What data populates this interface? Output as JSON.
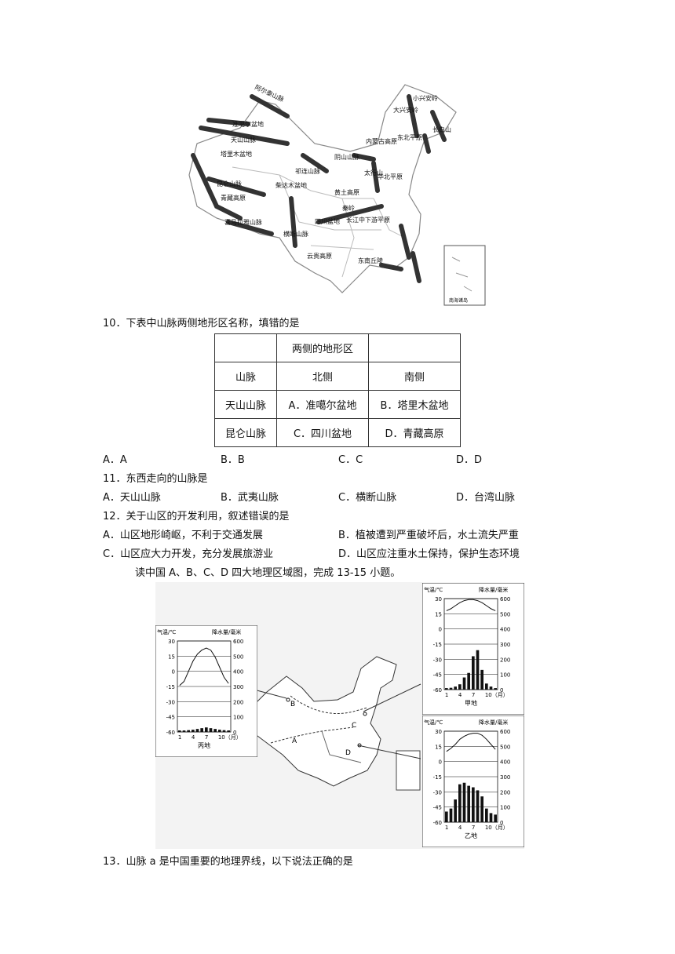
{
  "map1": {
    "labels": [
      "阿尔泰山脉",
      "准噶尔盆地",
      "天山山脉",
      "塔里木盆地",
      "昆仑山脉",
      "青藏高原",
      "喜马拉雅山脉",
      "柴达木盆地",
      "祁连山脉",
      "横断山脉",
      "四川盆地",
      "云贵高原",
      "东南丘陵",
      "长江中下游平原",
      "黄土高原",
      "秦岭",
      "华北平原",
      "太行山",
      "阴山山脉",
      "内蒙古高原",
      "大兴安岭",
      "小兴安岭",
      "长白山",
      "东北平原",
      "南海诸岛"
    ]
  },
  "q10": {
    "text": "10．下表中山脉两侧地形区名称，填错的是",
    "table": {
      "header_top": "两侧的地形区",
      "col_labels": [
        "山脉",
        "北侧",
        "南侧"
      ],
      "rows": [
        [
          "天山山脉",
          "A．准噶尔盆地",
          "B．塔里木盆地"
        ],
        [
          "昆仑山脉",
          "C．四川盆地",
          "D．青藏高原"
        ]
      ]
    },
    "options": [
      "A．A",
      "B．B",
      "C．C",
      "D．D"
    ]
  },
  "q11": {
    "text": "11．东西走向的山脉是",
    "options": [
      "A．天山山脉",
      "B．武夷山脉",
      "C．横断山脉",
      "D．台湾山脉"
    ]
  },
  "q12": {
    "text": "12．关于山区的开发利用，叙述错误的是",
    "options": [
      "A．山区地形崎岖，不利于交通发展",
      "B．植被遭到严重破坏后，水土流失严重",
      "C．山区应大力开发，充分发展旅游业",
      "D．山区应注重水土保持，保护生态环境"
    ]
  },
  "intro": "读中国 A、B、C、D 四大地理区域图，完成 13-15 小题。",
  "climate": {
    "temp_label": "气温/℃",
    "precip_label": "降水量/毫米",
    "temp_ticks": [
      "30",
      "15",
      "0",
      "-15",
      "-30",
      "-45",
      "-60"
    ],
    "precip_ticks": [
      "600",
      "500",
      "400",
      "300",
      "200",
      "100",
      "0"
    ],
    "month_ticks": [
      "1",
      "4",
      "7",
      "10（月）"
    ],
    "charts": [
      {
        "name": "甲地",
        "temp": [
          18,
          20,
          23,
          26,
          28,
          29,
          29,
          28,
          26,
          23,
          20,
          18
        ],
        "precip": [
          10,
          12,
          20,
          35,
          80,
          110,
          220,
          260,
          130,
          40,
          20,
          10
        ]
      },
      {
        "name": "乙地",
        "temp": [
          10,
          13,
          17,
          22,
          25,
          27,
          28,
          28,
          26,
          22,
          17,
          12
        ],
        "precip": [
          70,
          90,
          150,
          250,
          260,
          240,
          230,
          210,
          170,
          90,
          60,
          50
        ]
      },
      {
        "name": "丙地",
        "temp": [
          -14,
          -10,
          0,
          10,
          17,
          21,
          23,
          21,
          14,
          4,
          -6,
          -12
        ],
        "precip": [
          10,
          10,
          12,
          15,
          20,
          25,
          30,
          25,
          20,
          15,
          12,
          10
        ]
      }
    ]
  },
  "map2": {
    "labels": [
      "A",
      "B",
      "C",
      "D"
    ]
  },
  "q13": {
    "text": "13．山脉 a 是中国重要的地理界线，以下说法正确的是"
  }
}
